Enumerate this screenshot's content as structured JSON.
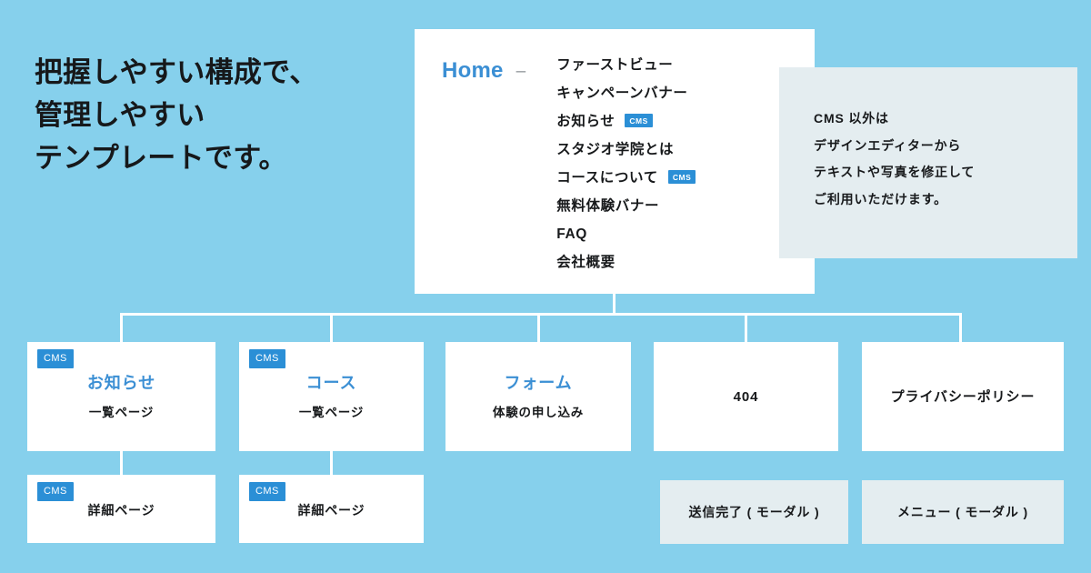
{
  "heading": {
    "lines": [
      "把握しやすい構成で、",
      "管理しやすい",
      "テンプレートです。"
    ]
  },
  "colors": {
    "background": "#86d0ec",
    "accent_blue": "#3b8fd4",
    "badge_blue": "#2b8fd6",
    "card_white": "#ffffff",
    "pale_panel": "#e4edf0",
    "text_dark": "#17191b",
    "dash_gray": "#8f9499"
  },
  "home_card": {
    "title": "Home",
    "separator": "–",
    "sections": [
      {
        "label": "ファーストビュー",
        "cms": false
      },
      {
        "label": "キャンペーンバナー",
        "cms": false
      },
      {
        "label": "お知らせ",
        "cms": true
      },
      {
        "label": "スタジオ学院とは",
        "cms": false
      },
      {
        "label": "コースについて",
        "cms": true
      },
      {
        "label": "無料体験バナー",
        "cms": false
      },
      {
        "label": "FAQ",
        "cms": false
      },
      {
        "label": "会社概要",
        "cms": false
      }
    ],
    "badge_text": "CMS"
  },
  "note_box": {
    "lines": [
      "CMS 以外は",
      "デザインエディターから",
      "テキストや写真を修正して",
      "ご利用いただけます。"
    ]
  },
  "level2_cards": [
    {
      "badge": "CMS",
      "title": "お知らせ",
      "subtitle": "一覧ページ",
      "title_style": "accent"
    },
    {
      "badge": "CMS",
      "title": "コース",
      "subtitle": "一覧ページ",
      "title_style": "accent"
    },
    {
      "badge": "",
      "title": "フォーム",
      "subtitle": "体験の申し込み",
      "title_style": "accent"
    },
    {
      "badge": "",
      "title": "404",
      "subtitle": "",
      "title_style": "dark"
    },
    {
      "badge": "",
      "title": "プライバシーポリシー",
      "subtitle": "",
      "title_style": "dark"
    }
  ],
  "level3_cards": [
    {
      "badge": "CMS",
      "label": "詳細ページ"
    },
    {
      "badge": "CMS",
      "label": "詳細ページ"
    }
  ],
  "modal_cards": [
    {
      "label": "送信完了 ( モーダル )"
    },
    {
      "label": "メニュー ( モーダル )"
    }
  ]
}
